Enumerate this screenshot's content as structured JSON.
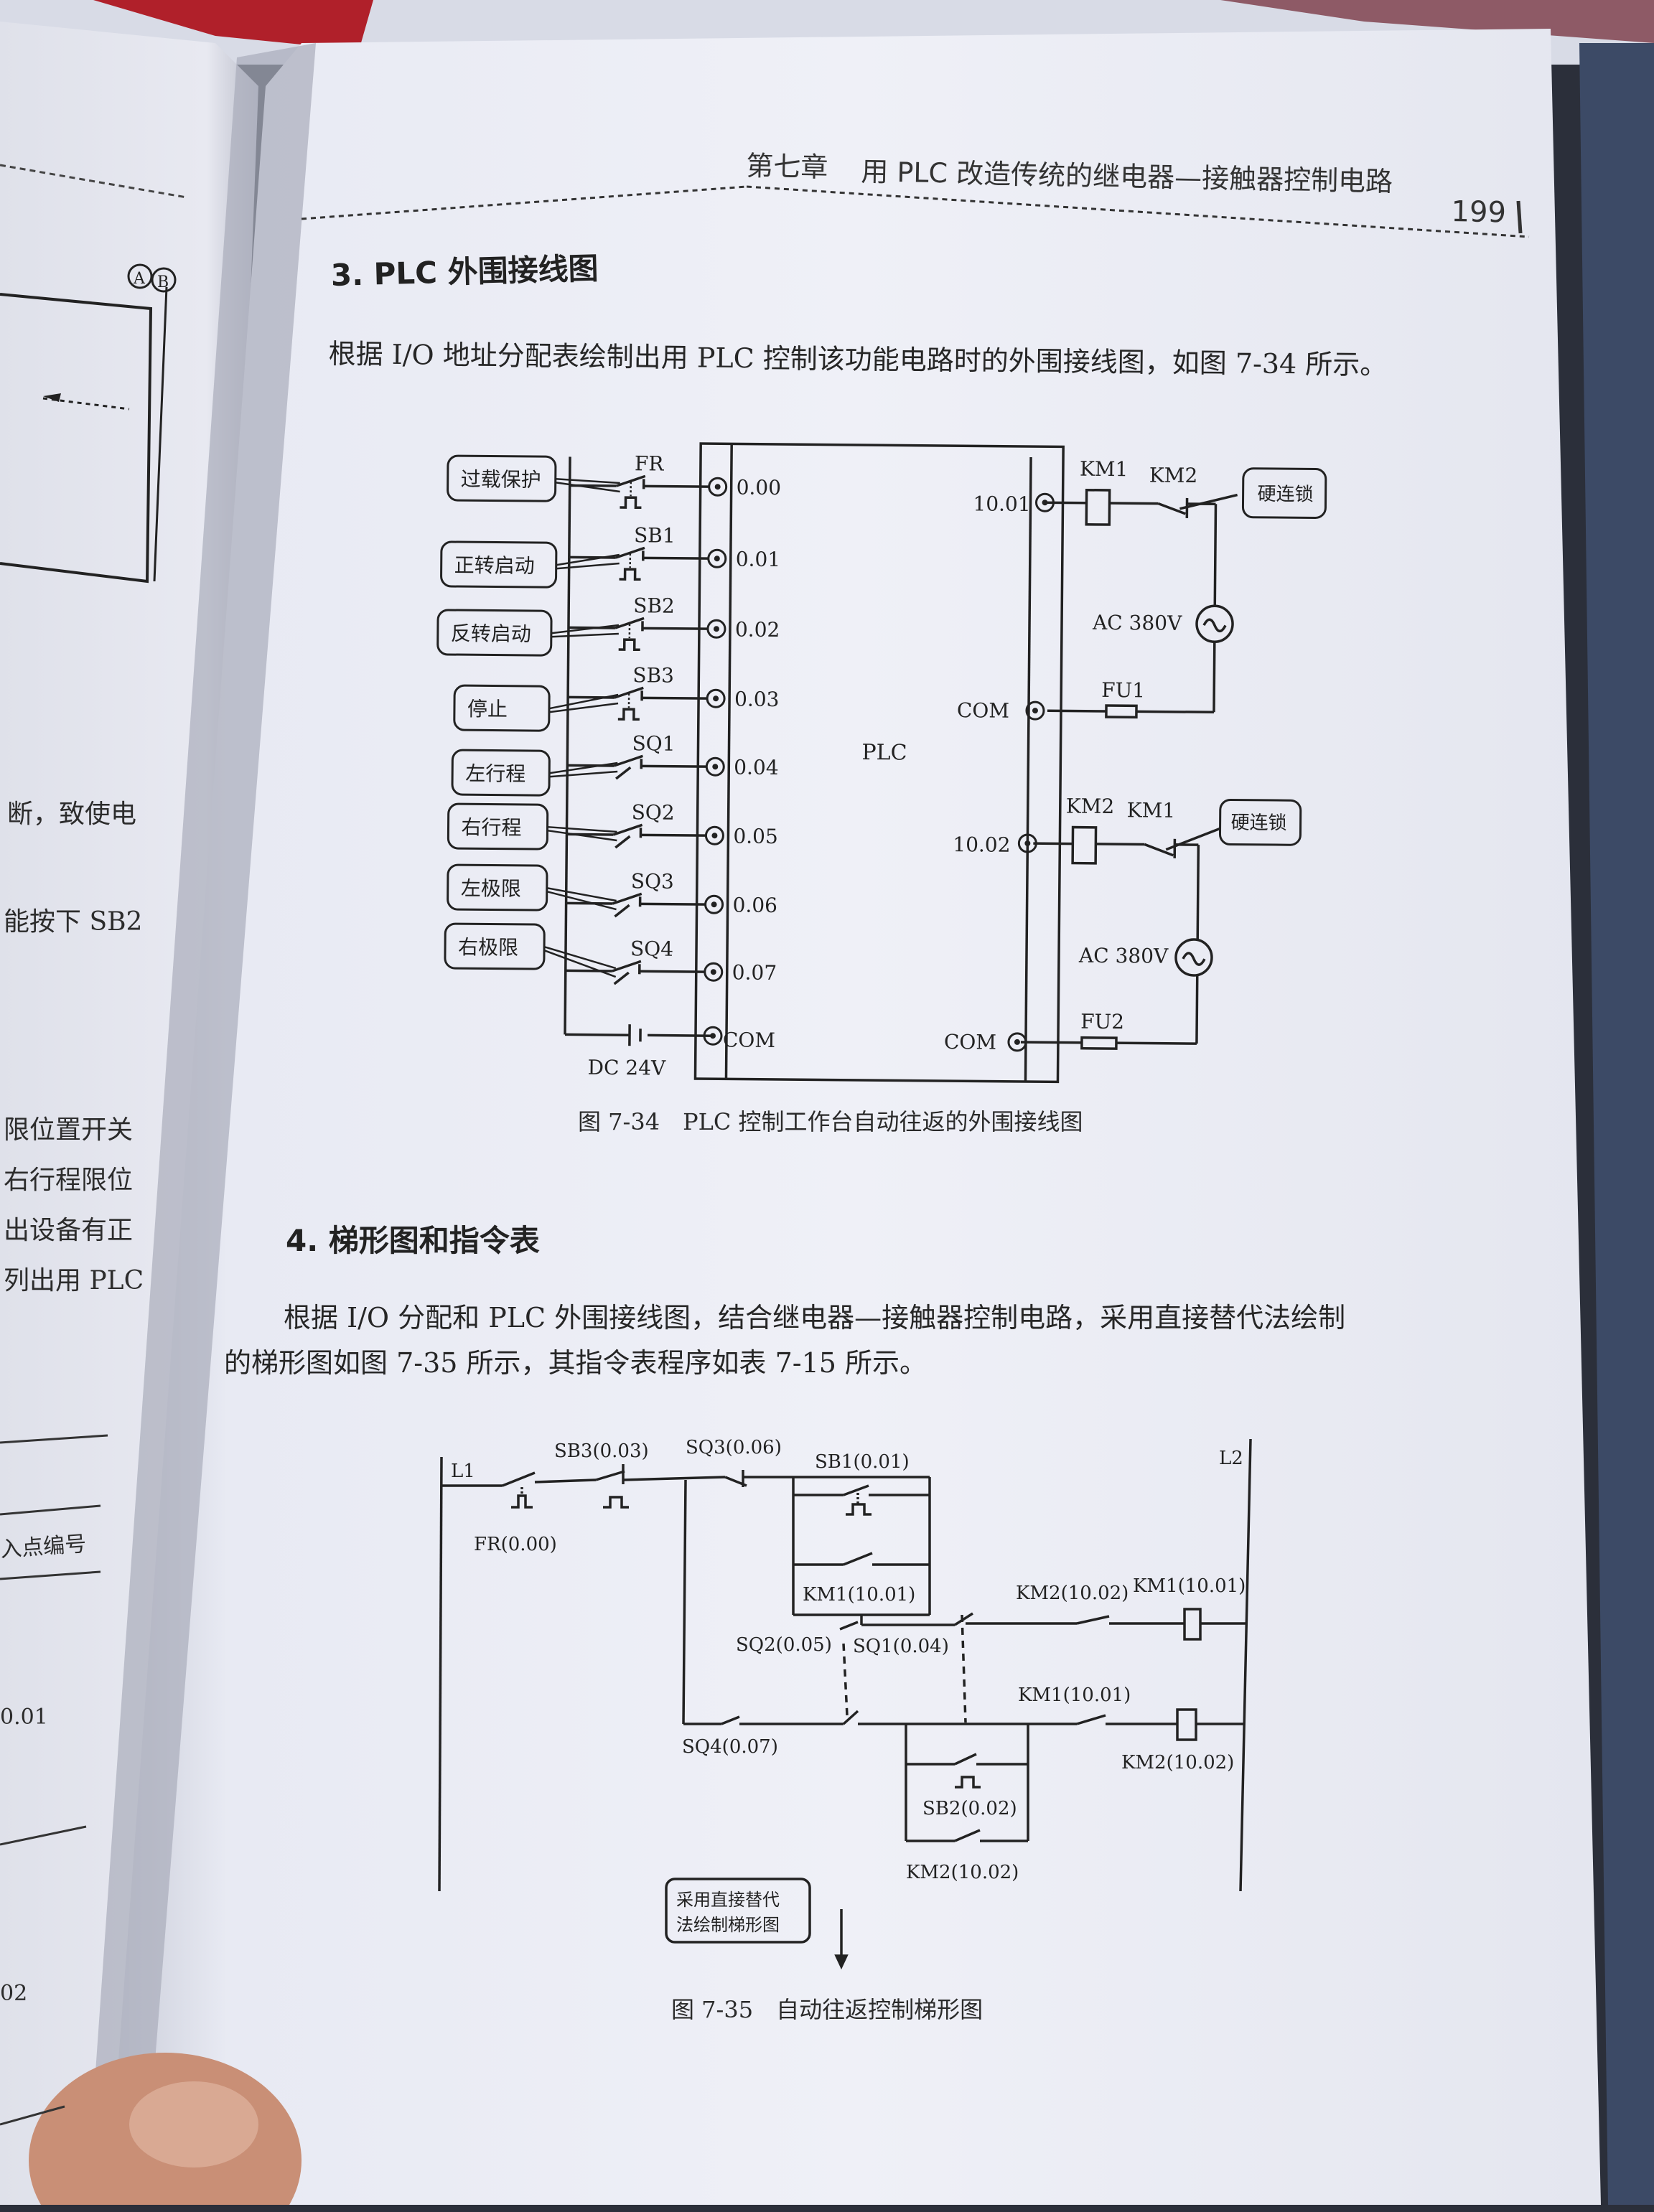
{
  "header": {
    "chapter": "第七章",
    "title": "用 PLC 改造传统的继电器—接触器控制电路",
    "page_number": "199"
  },
  "section3": {
    "heading": "3. PLC 外围接线图",
    "paragraph": "根据 I/O 地址分配表绘制出用 PLC 控制该功能电路时的外围接线图，如图 7-34 所示。"
  },
  "wiring": {
    "plc_label": "PLC",
    "inputs": [
      {
        "label": "过载保护",
        "device": "FR",
        "addr": "0.00"
      },
      {
        "label": "正转启动",
        "device": "SB1",
        "addr": "0.01"
      },
      {
        "label": "反转启动",
        "device": "SB2",
        "addr": "0.02"
      },
      {
        "label": "停止",
        "device": "SB3",
        "addr": "0.03"
      },
      {
        "label": "左行程",
        "device": "SQ1",
        "addr": "0.04"
      },
      {
        "label": "右行程",
        "device": "SQ2",
        "addr": "0.05"
      },
      {
        "label": "左极限",
        "device": "SQ3",
        "addr": "0.06"
      },
      {
        "label": "右极限",
        "device": "SQ4",
        "addr": "0.07"
      }
    ],
    "input_com": "COM",
    "dc_supply": "DC 24V",
    "outputs": {
      "out1": "10.01",
      "coil1": "KM1",
      "interlock1_contact": "KM2",
      "interlock1_label": "硬连锁",
      "ac1": "AC 380V",
      "com1": "COM",
      "fuse1": "FU1",
      "out2": "10.02",
      "coil2": "KM2",
      "interlock2_contact": "KM1",
      "interlock2_label": "硬连锁",
      "ac2": "AC 380V",
      "com2": "COM",
      "fuse2": "FU2"
    },
    "caption": "图 7-34　PLC 控制工作台自动往返的外围接线图"
  },
  "section4": {
    "heading": "4. 梯形图和指令表",
    "paragraph_line1": "根据 I/O 分配和 PLC 外围接线图，结合继电器—接触器控制电路，采用直接替代法绘制",
    "paragraph_line2": "的梯形图如图 7-35 所示，其指令表程序如表 7-15 所示。"
  },
  "ladder": {
    "l1": "L1",
    "l2": "L2",
    "fr": "FR(0.00)",
    "sb3": "SB3(0.03)",
    "sq3": "SQ3(0.06)",
    "sb1": "SB1(0.01)",
    "km1_hold": "KM1(10.01)",
    "sq2": "SQ2(0.05)",
    "sq1": "SQ1(0.04)",
    "km2_nc": "KM2(10.02)",
    "km1_coil": "KM1(10.01)",
    "sq4": "SQ4(0.07)",
    "km1_nc": "KM1(10.01)",
    "km2_coil": "KM2(10.02)",
    "sb2": "SB2(0.02)",
    "km2_hold": "KM2(10.02)",
    "note_line1": "采用直接替代",
    "note_line2": "法绘制梯形图",
    "caption": "图 7-35　自动往返控制梯形图"
  },
  "left_page": {
    "frag1": "断，致使电",
    "frag2": "能按下 SB2",
    "frag3": "限位置开关",
    "frag4": "右行程限位",
    "frag5": "出设备有正",
    "frag6": "列出用 PLC",
    "frag7": "入点编号",
    "frag8": "0.01",
    "frag9": "02",
    "markA": "A",
    "markB": "B"
  }
}
